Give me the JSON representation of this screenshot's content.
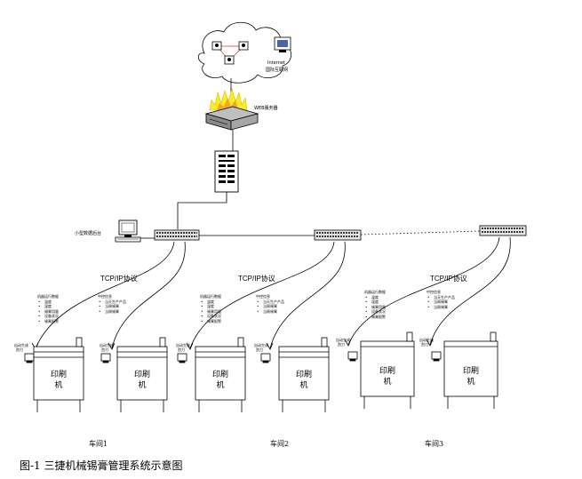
{
  "internet": {
    "line1": "Internet",
    "line2": "国际互联网"
  },
  "web_server": {
    "label": "WEB服务器"
  },
  "console": {
    "label": "小型数据后台"
  },
  "protocol": {
    "label": "TCP/IP协议"
  },
  "machine": {
    "label_top": "印刷",
    "label_bottom": "机"
  },
  "workstation": {
    "label_a": "自动生成",
    "label_b": "刮刀"
  },
  "info_left": {
    "title": "机器运行数据",
    "items": [
      "温度",
      "湿度",
      "锡膏用量",
      "设备状况",
      "锡膏报警"
    ]
  },
  "info_right": {
    "title": "中控信息",
    "items": [
      "当天生产产品",
      "当周锡膏",
      "当周锡膏"
    ]
  },
  "info_left_ws3": {
    "title": "机器运行数据",
    "items": [
      "温度",
      "湿度",
      "锡膏用量",
      "设备状况",
      "锡膏报警"
    ]
  },
  "info_right_ws3": {
    "title": "中控信息",
    "items": [
      "当天生产产品",
      "当周锡膏",
      "当周锡膏"
    ]
  },
  "workshops": [
    "车间1",
    "车间2",
    "车间3"
  ],
  "caption": "图-1 三捷机械锡膏管理系统示意图"
}
